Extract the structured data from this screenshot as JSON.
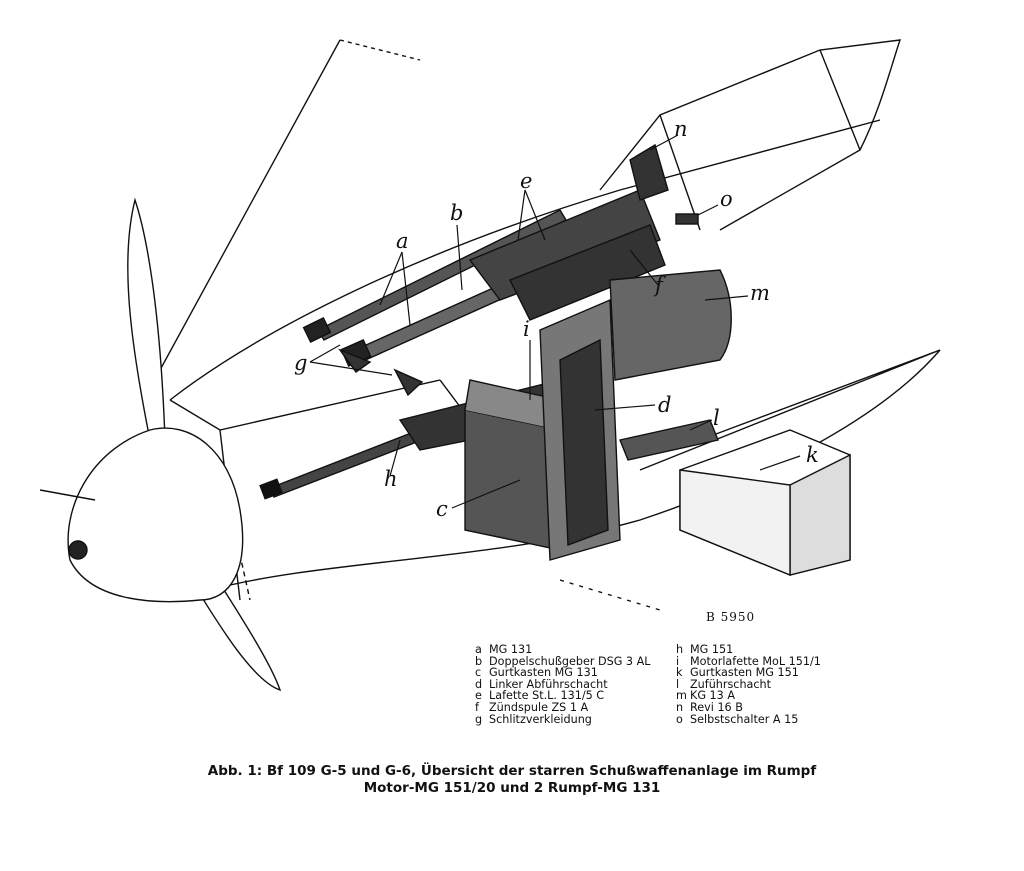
{
  "figure": {
    "stamp": "B 5950",
    "callouts": [
      "a",
      "b",
      "c",
      "d",
      "e",
      "f",
      "g",
      "h",
      "i",
      "k",
      "l",
      "m",
      "n",
      "o"
    ],
    "legend_left": [
      {
        "key": "a",
        "text": "MG 131"
      },
      {
        "key": "b",
        "text": "Doppelschußgeber DSG 3 AL"
      },
      {
        "key": "c",
        "text": "Gurtkasten MG 131"
      },
      {
        "key": "d",
        "text": "Linker Abführschacht"
      },
      {
        "key": "e",
        "text": "Lafette St.L. 131/5 C"
      },
      {
        "key": "f",
        "text": "Zündspule ZS 1 A"
      },
      {
        "key": "g",
        "text": "Schlitzverkleidung"
      }
    ],
    "legend_right": [
      {
        "key": "h",
        "text": "MG 151"
      },
      {
        "key": "i",
        "text": "Motorlafette MoL 151/1"
      },
      {
        "key": "k",
        "text": "Gurtkasten MG 151"
      },
      {
        "key": "l",
        "text": "Zuführschacht"
      },
      {
        "key": "m",
        "text": "KG 13 A"
      },
      {
        "key": "n",
        "text": "Revi 16 B"
      },
      {
        "key": "o",
        "text": "Selbstschalter A 15"
      }
    ],
    "caption_line1": "Abb. 1: Bf 109 G-5 und G-6, Übersicht der starren Schußwaffenanlage im Rumpf",
    "caption_line2": "Motor-MG 151/20 und 2 Rumpf-MG 131"
  }
}
